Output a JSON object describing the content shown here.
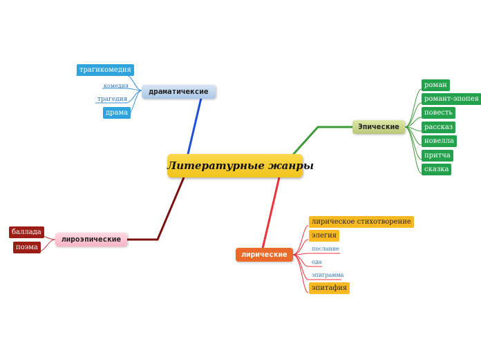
{
  "root": {
    "label": "Литературные жанры"
  },
  "branches": {
    "dramatic": {
      "label": "драматичексие",
      "color": "#1f4fd8",
      "children": [
        "трагикомедия",
        "комедия",
        "трагедия",
        "драма"
      ]
    },
    "epic": {
      "label": "Эпические",
      "color": "#3f9a3a",
      "children": [
        "роман",
        "романт-эпопея",
        "повесть",
        "рассказ",
        "новелла",
        "притча",
        "сказка"
      ]
    },
    "lyroepic": {
      "label": "лироэпические",
      "color": "#7a1010",
      "children": [
        "баллада",
        "поэма"
      ]
    },
    "lyric": {
      "label": "лирические",
      "color": "#f0303a",
      "children": [
        "лирическое стихотворение",
        "элегия",
        "послание",
        "ода",
        "эпиграмма",
        "эпитафия"
      ]
    }
  }
}
